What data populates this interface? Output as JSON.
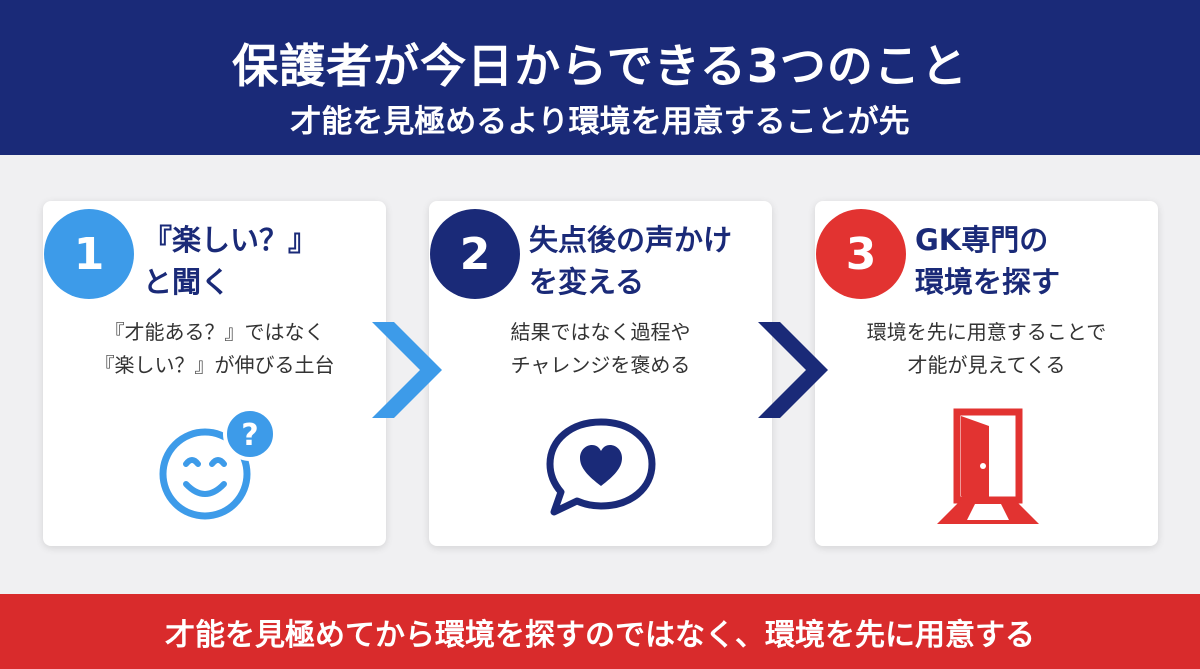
{
  "header": {
    "title": "保護者が今日からできる3つのこと",
    "subtitle": "才能を見極めるより環境を用意することが先"
  },
  "steps": [
    {
      "number": "1",
      "title_line1": "『楽しい？』",
      "title_line2": "と聞く",
      "desc_line1": "『才能ある？』ではなく",
      "desc_line2": "『楽しい？』が伸びる土台",
      "icon": "smiley-question-icon",
      "color": "#3d9be9"
    },
    {
      "number": "2",
      "title_line1": "失点後の声かけ",
      "title_line2": "を変える",
      "desc_line1": "結果ではなく過程や",
      "desc_line2": "チャレンジを褒める",
      "icon": "speech-heart-icon",
      "color": "#1a2a78"
    },
    {
      "number": "3",
      "title_line1": "GK専門の",
      "title_line2": "環境を探す",
      "desc_line1": "環境を先に用意することで",
      "desc_line2": "才能が見えてくる",
      "icon": "open-door-icon",
      "color": "#e23331"
    }
  ],
  "footer": {
    "text": "才能を見極めてから環境を探すのではなく、環境を先に用意する"
  },
  "colors": {
    "navy": "#1a2a78",
    "blue": "#3d9be9",
    "red": "#d92b2c"
  }
}
